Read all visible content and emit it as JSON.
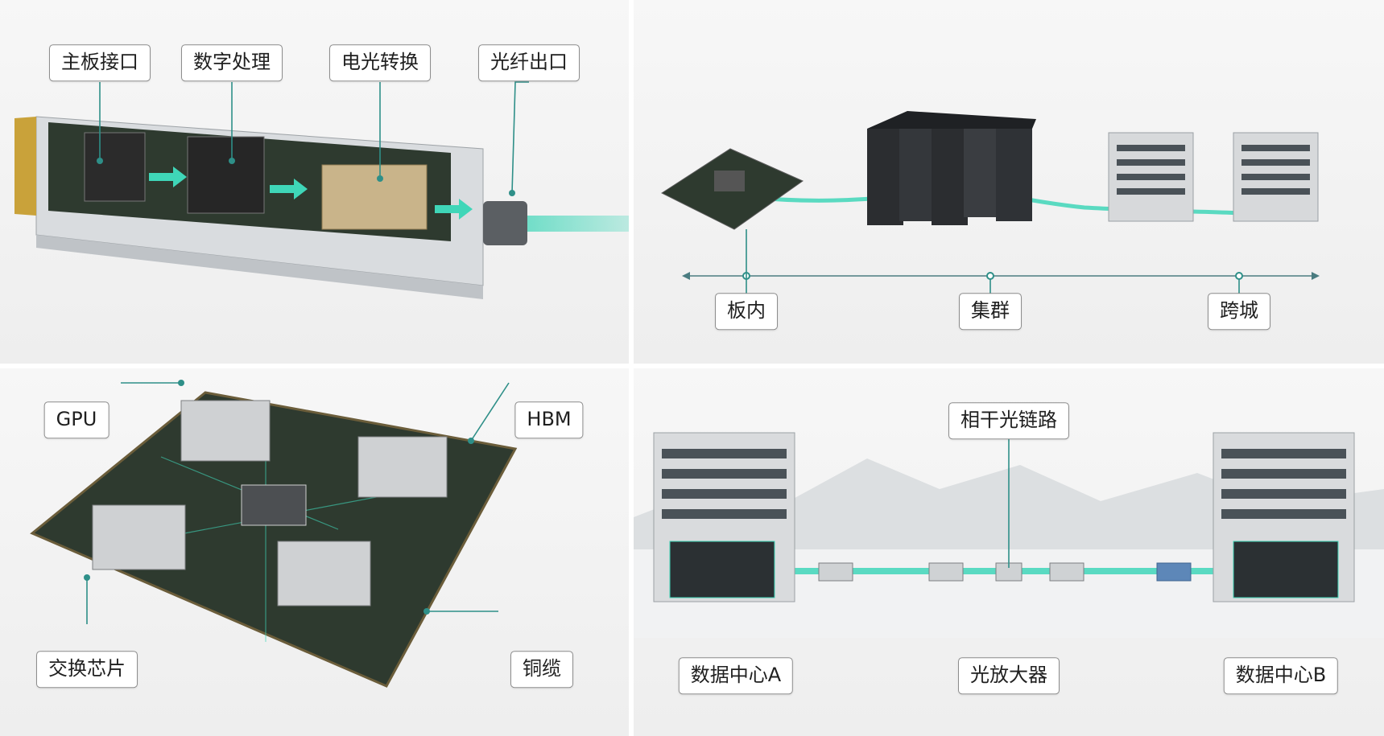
{
  "panel1": {
    "labels": {
      "mb": "主板接口",
      "dsp": "数字处理",
      "eo": "电光转换",
      "fiber": "光纤出口"
    }
  },
  "panel2": {
    "labels": {
      "board": "板内",
      "cluster": "集群",
      "city": "跨城"
    }
  },
  "panel3": {
    "labels": {
      "gpu": "GPU",
      "hbm": "HBM",
      "switch": "交换芯片",
      "copper": "铜缆"
    }
  },
  "panel4": {
    "labels": {
      "link": "相干光链路",
      "dca": "数据中心A",
      "amp": "光放大器",
      "dcb": "数据中心B"
    }
  },
  "colors": {
    "accent": "#3fd6b8",
    "leader": "#2e8f88",
    "pcb": "#2e3a2f",
    "metal": "#cfd2d4"
  }
}
